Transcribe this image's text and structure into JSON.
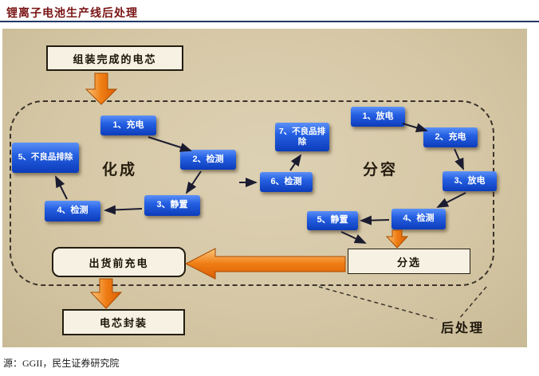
{
  "header": {
    "title": "锂离子电池生产线后处理"
  },
  "footer": {
    "source": "源：GGII，民生证券研究院"
  },
  "diagram": {
    "start": "组装完成的电芯",
    "formation_label": "化成",
    "grading_label": "分容",
    "post_label": "后处理",
    "formation": [
      "1、充电",
      "2、检测",
      "3、静置",
      "4、检测",
      "5、不良品排除"
    ],
    "middle": [
      "6、检测",
      "7、不良品排除"
    ],
    "grading": [
      "1、放电",
      "2、充电",
      "3、放电",
      "4、检测",
      "5、静置"
    ],
    "sorting": "分选",
    "preship": "出货前充电",
    "packing": "电芯封装"
  },
  "colors": {
    "title_color": "#7a1414",
    "rule_color": "#1f3864",
    "canvas_color": "#d6c8a6",
    "box_blue": "#1b54d8",
    "arrow_orange": "#e8730f"
  }
}
